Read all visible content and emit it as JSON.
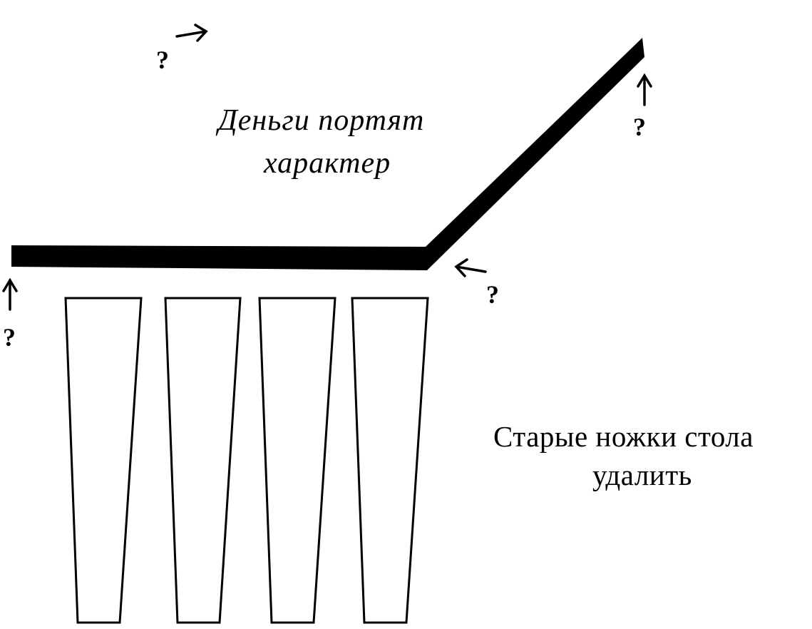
{
  "colors": {
    "ink": "#000000",
    "paper": "#ffffff"
  },
  "top_caption": {
    "line1": "Деньги портят",
    "line2": "характер"
  },
  "bottom_caption": {
    "line1": "Старые ножки стола",
    "line2": "удалить"
  },
  "question_mark": "?",
  "icons": {
    "arrow_right": "arrow-right-icon",
    "arrow_up": "arrow-up-icon",
    "arrow_left": "arrow-left-icon"
  }
}
